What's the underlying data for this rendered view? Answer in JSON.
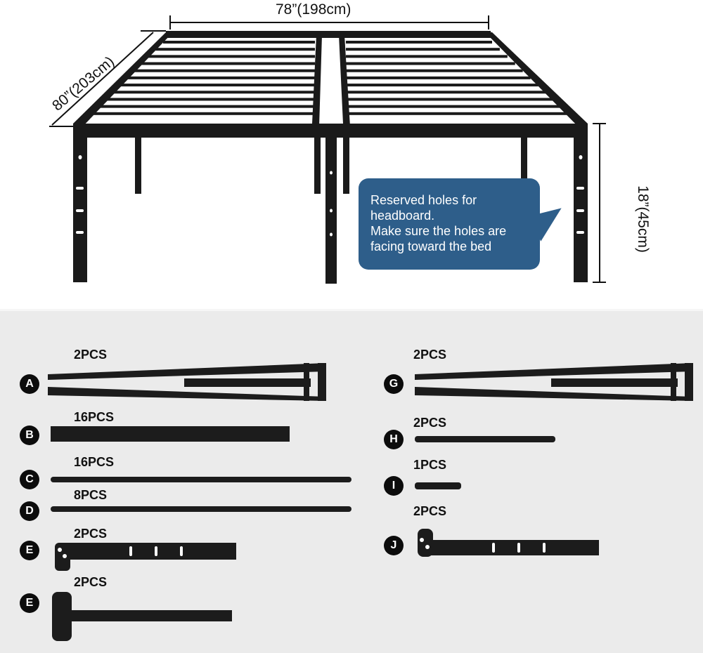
{
  "dimensions": {
    "width": "78”(198cm)",
    "length": "80”(203cm)",
    "height": "18”(45cm)"
  },
  "callout": {
    "lines": [
      "Reserved holes for",
      "headboard.",
      "Make sure the holes are",
      "facing toward the bed"
    ],
    "color": "#2e5e8a"
  },
  "parts": [
    {
      "letter": "A",
      "qty": "2PCS"
    },
    {
      "letter": "B",
      "qty": "16PCS"
    },
    {
      "letter": "C",
      "qty": "16PCS"
    },
    {
      "letter": "D",
      "qty": "8PCS"
    },
    {
      "letter": "E",
      "qty": "2PCS"
    },
    {
      "letter": "E",
      "qty": "2PCS"
    },
    {
      "letter": "G",
      "qty": "2PCS"
    },
    {
      "letter": "H",
      "qty": "2PCS"
    },
    {
      "letter": "I",
      "qty": "1PCS"
    },
    {
      "letter": "J",
      "qty": "2PCS"
    }
  ]
}
